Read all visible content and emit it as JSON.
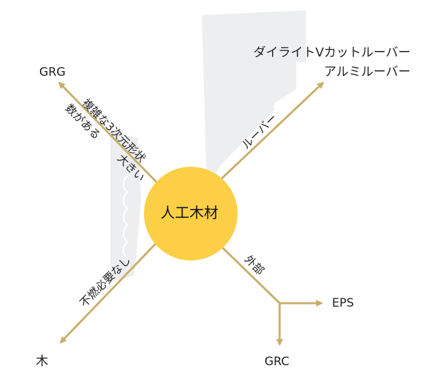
{
  "colors": {
    "center_circle": "#FCCF47",
    "arrow": "#C9AE6A",
    "background_shape": "#EDEEF0"
  },
  "center": {
    "label": "人工木材"
  },
  "nodes": {
    "grg": "GRG",
    "louver_line1": "ダイライトVカットルーバー",
    "louver_line2": "アルミルーバー",
    "wood": "木",
    "eps": "EPS",
    "grc": "GRC"
  },
  "edges": {
    "grg_line1": "複雑な3次元形状",
    "grg_line2": "数がある",
    "grg_line3": "大きい",
    "louver": "ルーバー",
    "wood": "不燃必要なし",
    "exterior": "外部"
  }
}
